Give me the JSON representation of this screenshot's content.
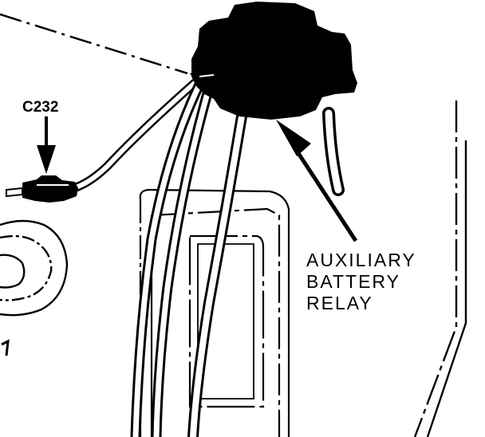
{
  "diagram": {
    "labels": {
      "connector": "C232",
      "relay_line1": "AUXILIARY",
      "relay_line2": "BATTERY",
      "relay_line3": "RELAY"
    },
    "colors": {
      "ink": "#000000",
      "paper": "#ffffff"
    }
  }
}
